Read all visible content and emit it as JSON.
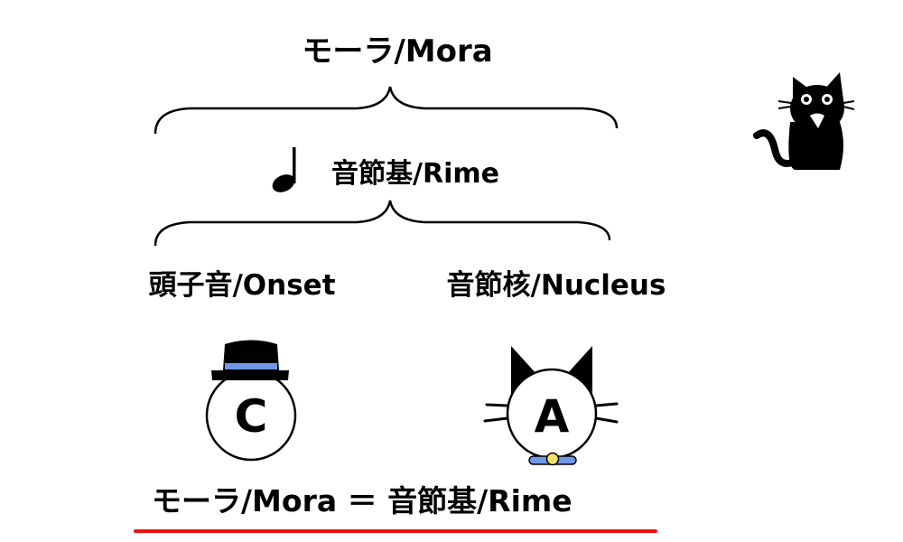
{
  "title": "モーラ/Mora",
  "rime_label": "音節基/Rime",
  "onset_label": "頭子音/Onset",
  "nucleus_label": "音節核/Nucleus",
  "onset_letter": "C",
  "nucleus_letter": "A",
  "equation": {
    "left": "モーラ/Mora",
    "equals": "＝",
    "right": "音節基/Rime"
  },
  "colors": {
    "band": "#6f98e6",
    "bell": "#f5e06a",
    "underline": "#ee1111"
  }
}
